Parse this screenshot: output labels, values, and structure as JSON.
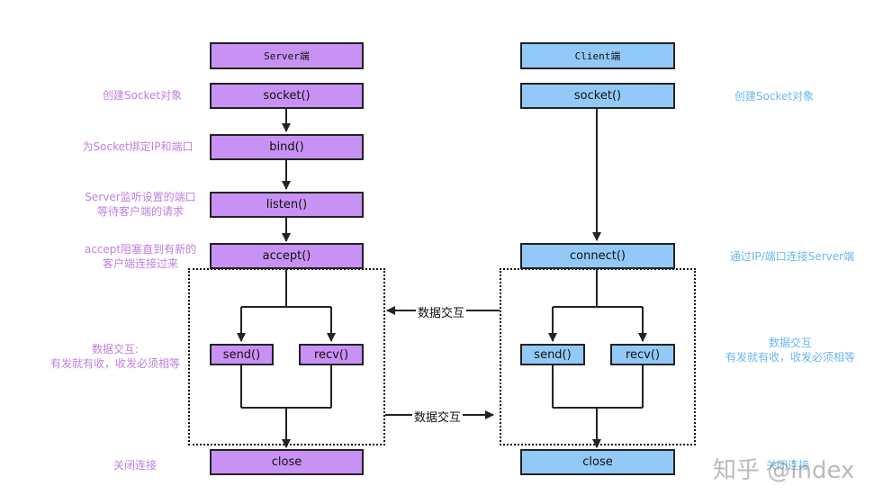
{
  "server": {
    "header": "Server端",
    "socket": "socket()",
    "bind": "bind()",
    "listen": "listen()",
    "accept": "accept()",
    "send": "send()",
    "recv": "recv()",
    "close": "close"
  },
  "client": {
    "header": "Client端",
    "socket": "socket()",
    "connect": "connect()",
    "send": "send()",
    "recv": "recv()",
    "close": "close"
  },
  "server_notes": {
    "create_socket": "创建Socket对象",
    "bind": "为Socket绑定IP和端口",
    "listen_1": "Server监听设置的端口",
    "listen_2": "等待客户端的请求",
    "accept_1": "accept阻塞直到有新的",
    "accept_2": "客户端连接过来",
    "exchange_1": "数据交互:",
    "exchange_2": "有发就有收，收发必须相等",
    "close": "关闭连接"
  },
  "client_notes": {
    "create_socket": "创建Socket对象",
    "connect": "通过IP/端口连接Server端",
    "exchange_1": "数据交互",
    "exchange_2": "有发就有收，收发必须相等",
    "close": "关闭连接"
  },
  "exchange_labels": {
    "top": "数据交互",
    "bottom": "数据交互"
  },
  "watermark": "知乎 @index",
  "colors": {
    "server_fill": "#c891f4",
    "client_fill": "#92c9f8",
    "server_note": "#c07fe0",
    "client_note": "#6ab8ee",
    "line": "#222222"
  }
}
